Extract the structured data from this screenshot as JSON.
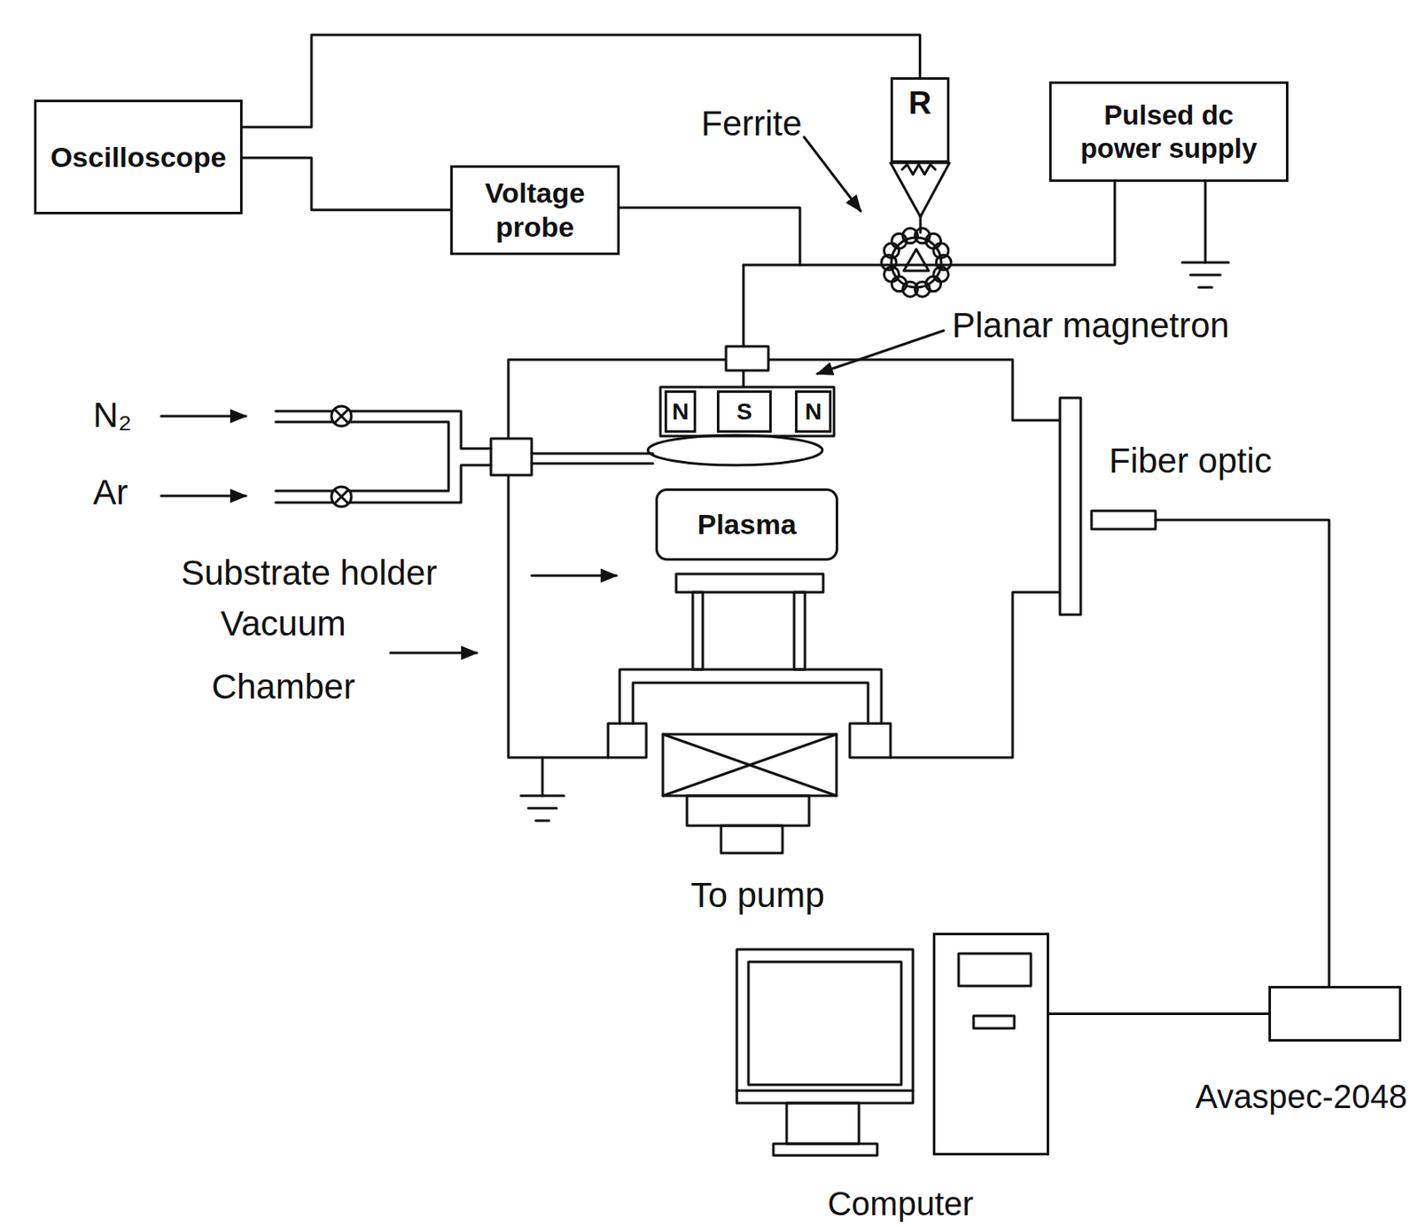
{
  "diagram": {
    "nodes": [
      {
        "text": [
          "Oscilloscope"
        ]
      },
      {
        "text": [
          "Voltage probe"
        ]
      },
      {
        "text": [
          "R"
        ]
      },
      {
        "text": [
          "Pulsed dc power supply"
        ]
      },
      {
        "text": [
          "N"
        ]
      },
      {
        "text": [
          "S"
        ]
      },
      {
        "text": [
          "N"
        ]
      },
      {
        "text": [
          "Plasma"
        ]
      },
      {
        "text": [
          "Computer"
        ]
      },
      {
        "text": [
          "Avaspec-2048"
        ]
      }
    ],
    "edges": [
      {
        "from": 0,
        "to": 2,
        "arrow": "none"
      },
      {
        "from": 0,
        "to": 1,
        "arrow": "none"
      },
      {
        "from": 8,
        "to": 9,
        "arrow": "none"
      }
    ],
    "labels": [
      "Ferrite",
      "Planar magnetron",
      "N₂",
      "Ar",
      "Fiber optic",
      "Substrate holder",
      "Vacuum Chamber",
      "To pump"
    ]
  }
}
